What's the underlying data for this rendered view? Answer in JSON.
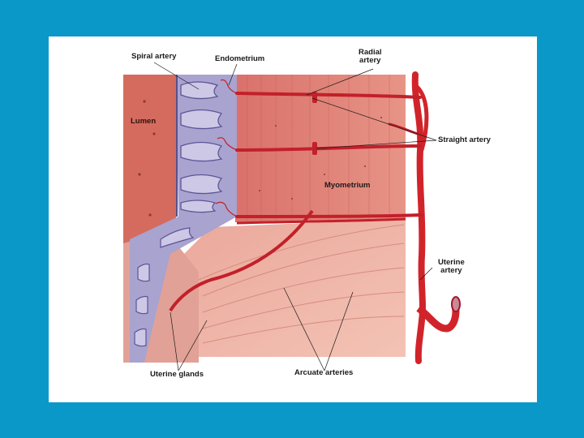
{
  "colors": {
    "background_frame": "#0a98c9",
    "slide": "#ffffff",
    "myometrium": "#d9756a",
    "endometrium": "#a9a3cf",
    "artery": "#d1242a",
    "lumen": "#d56b5e"
  },
  "labels": {
    "spiral_artery": "Spiral artery",
    "endometrium": "Endometrium",
    "radial_artery_1": "Radial",
    "radial_artery_2": "artery",
    "lumen": "Lumen",
    "straight_artery": "Straight artery",
    "myometrium": "Myometrium",
    "uterine_artery_1": "Uterine",
    "uterine_artery_2": "artery",
    "uterine_glands": "Uterine glands",
    "arcuate_arteries": "Arcuate arteries"
  }
}
